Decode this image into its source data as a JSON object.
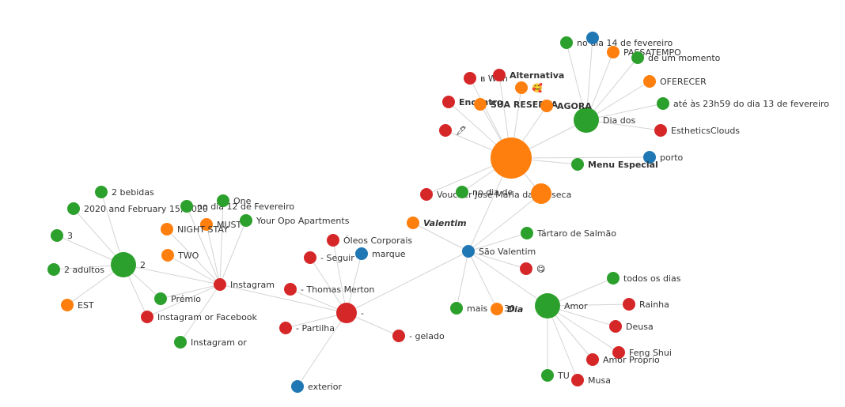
{
  "colors": {
    "green": "#2ca02c",
    "red": "#d62728",
    "orange": "#ff7f0e",
    "blue": "#1f77b4",
    "edge": "#d4d4d4"
  },
  "nodes": [
    {
      "id": "hub-orange",
      "label": "",
      "color": "orange",
      "weight": 5
    },
    {
      "id": "dia-dos",
      "label": "Dia dos",
      "color": "green",
      "weight": 3
    },
    {
      "id": "dia-14",
      "label": "no dia 14 de fevereiro",
      "color": "green",
      "weight": 1
    },
    {
      "id": "top-blue",
      "label": "",
      "color": "blue",
      "weight": 1
    },
    {
      "id": "passatempo",
      "label": "PASSATEMPO",
      "color": "orange",
      "weight": 1
    },
    {
      "id": "momento",
      "label": "de um momento",
      "color": "green",
      "weight": 1
    },
    {
      "id": "oferecer",
      "label": "OFERECER",
      "color": "orange",
      "weight": 1
    },
    {
      "id": "ate-23h59",
      "label": "até às 23h59 do dia 13 de fevereiro",
      "color": "green",
      "weight": 1
    },
    {
      "id": "esthetics",
      "label": "EstheticsClouds",
      "color": "red",
      "weight": 1
    },
    {
      "id": "porto",
      "label": "porto",
      "color": "blue",
      "weight": 1
    },
    {
      "id": "menu-especial",
      "label": "Menu Especial",
      "color": "green",
      "weight": 1,
      "bold": true
    },
    {
      "id": "with",
      "label": "ʙ With",
      "color": "red",
      "weight": 1
    },
    {
      "id": "alternativa",
      "label": "Alternativa",
      "color": "red",
      "weight": 1,
      "bold": true
    },
    {
      "id": "emoji-star-face",
      "label": "🥰",
      "color": "orange",
      "weight": 1
    },
    {
      "id": "encontro",
      "label": "Encontro",
      "color": "red",
      "weight": 1,
      "bold": true
    },
    {
      "id": "sua-reserva",
      "label": "SUA RESERVA",
      "color": "orange",
      "weight": 1,
      "bold": true
    },
    {
      "id": "agora",
      "label": "AGORA",
      "color": "orange",
      "weight": 1,
      "bold": true
    },
    {
      "id": "emoji-pencil",
      "label": "🖊",
      "color": "red",
      "weight": 1
    },
    {
      "id": "voucher",
      "label": "Voucher José Maria da Fonseca",
      "color": "red",
      "weight": 1
    },
    {
      "id": "no-dia-de",
      "label": "no dia de",
      "color": "green",
      "weight": 1
    },
    {
      "id": "orange-mid",
      "label": "",
      "color": "orange",
      "weight": 2
    },
    {
      "id": "valentim",
      "label": "Valentim",
      "color": "orange",
      "weight": 1,
      "bold": true,
      "italic": true
    },
    {
      "id": "sao-valentim",
      "label": "São Valentim",
      "color": "blue",
      "weight": 1
    },
    {
      "id": "tartaro",
      "label": "Tártaro de Salmão",
      "color": "green",
      "weight": 1
    },
    {
      "id": "emoji-smile",
      "label": "😋",
      "color": "red",
      "weight": 1
    },
    {
      "id": "mais-de-30",
      "label": "mais de 30",
      "color": "green",
      "weight": 1
    },
    {
      "id": "dia-bold",
      "label": "Dia",
      "color": "orange",
      "weight": 1,
      "bold": true,
      "italic": true
    },
    {
      "id": "amor",
      "label": "Amor",
      "color": "green",
      "weight": 3
    },
    {
      "id": "todos-os-dias",
      "label": "todos os dias",
      "color": "green",
      "weight": 1
    },
    {
      "id": "rainha",
      "label": "Rainha",
      "color": "red",
      "weight": 1
    },
    {
      "id": "deusa",
      "label": "Deusa",
      "color": "red",
      "weight": 1
    },
    {
      "id": "feng-shui",
      "label": "Feng Shui",
      "color": "red",
      "weight": 1
    },
    {
      "id": "amor-proprio",
      "label": "Amor Próprio",
      "color": "red",
      "weight": 1
    },
    {
      "id": "tu",
      "label": "TU",
      "color": "green",
      "weight": 1
    },
    {
      "id": "musa",
      "label": "Musa",
      "color": "red",
      "weight": 1
    },
    {
      "id": "dash-hub",
      "label": "-",
      "color": "red",
      "weight": 2
    },
    {
      "id": "oleos",
      "label": "Óleos Corporais",
      "color": "red",
      "weight": 1
    },
    {
      "id": "seguir",
      "label": "- Seguir",
      "color": "red",
      "weight": 1
    },
    {
      "id": "marque",
      "label": "marque",
      "color": "blue",
      "weight": 1
    },
    {
      "id": "merton",
      "label": "- Thomas Merton",
      "color": "red",
      "weight": 1
    },
    {
      "id": "partilha",
      "label": "- Partilha",
      "color": "red",
      "weight": 1
    },
    {
      "id": "gelado",
      "label": "- gelado",
      "color": "red",
      "weight": 1
    },
    {
      "id": "exterior",
      "label": "exterior",
      "color": "blue",
      "weight": 1
    },
    {
      "id": "instagram",
      "label": "Instagram",
      "color": "red",
      "weight": 1
    },
    {
      "id": "two-hub",
      "label": "2",
      "color": "green",
      "weight": 3
    },
    {
      "id": "bebidas",
      "label": "2 bebidas",
      "color": "green",
      "weight": 1
    },
    {
      "id": "feb-2020",
      "label": "2020 and February 15, 2020",
      "color": "green",
      "weight": 1
    },
    {
      "id": "three",
      "label": "3",
      "color": "green",
      "weight": 1
    },
    {
      "id": "adultos",
      "label": "2 adultos",
      "color": "green",
      "weight": 1
    },
    {
      "id": "est",
      "label": "EST",
      "color": "orange",
      "weight": 1
    },
    {
      "id": "dia-12",
      "label": "no dia 12 de Fevereiro",
      "color": "green",
      "weight": 1
    },
    {
      "id": "one",
      "label": "One",
      "color": "green",
      "weight": 1
    },
    {
      "id": "must",
      "label": "MUST",
      "color": "orange",
      "weight": 1
    },
    {
      "id": "night-stay",
      "label": "NIGHT STAY",
      "color": "orange",
      "weight": 1
    },
    {
      "id": "opo-apartments",
      "label": "Your Opo Apartments",
      "color": "green",
      "weight": 1
    },
    {
      "id": "two-word",
      "label": "TWO",
      "color": "orange",
      "weight": 1
    },
    {
      "id": "premio",
      "label": "Prémio",
      "color": "green",
      "weight": 1
    },
    {
      "id": "insta-facebook",
      "label": "Instagram or Facebook",
      "color": "red",
      "weight": 1
    },
    {
      "id": "instagram-or",
      "label": "Instagram or",
      "color": "green",
      "weight": 1
    }
  ],
  "edges": [
    [
      "hub-orange",
      "dia-dos"
    ],
    [
      "hub-orange",
      "with"
    ],
    [
      "hub-orange",
      "alternativa"
    ],
    [
      "hub-orange",
      "emoji-star-face"
    ],
    [
      "hub-orange",
      "encontro"
    ],
    [
      "hub-orange",
      "sua-reserva"
    ],
    [
      "hub-orange",
      "agora"
    ],
    [
      "hub-orange",
      "emoji-pencil"
    ],
    [
      "hub-orange",
      "menu-especial"
    ],
    [
      "hub-orange",
      "voucher"
    ],
    [
      "hub-orange",
      "no-dia-de"
    ],
    [
      "hub-orange",
      "orange-mid"
    ],
    [
      "hub-orange",
      "porto"
    ],
    [
      "hub-orange",
      "sao-valentim"
    ],
    [
      "dia-dos",
      "dia-14"
    ],
    [
      "dia-dos",
      "top-blue"
    ],
    [
      "dia-dos",
      "passatempo"
    ],
    [
      "dia-dos",
      "momento"
    ],
    [
      "dia-dos",
      "oferecer"
    ],
    [
      "dia-dos",
      "ate-23h59"
    ],
    [
      "dia-dos",
      "esthetics"
    ],
    [
      "sao-valentim",
      "valentim"
    ],
    [
      "sao-valentim",
      "tartaro"
    ],
    [
      "sao-valentim",
      "emoji-smile"
    ],
    [
      "sao-valentim",
      "mais-de-30"
    ],
    [
      "sao-valentim",
      "dia-bold"
    ],
    [
      "sao-valentim",
      "amor"
    ],
    [
      "sao-valentim",
      "orange-mid"
    ],
    [
      "sao-valentim",
      "dash-hub"
    ],
    [
      "amor",
      "todos-os-dias"
    ],
    [
      "amor",
      "rainha"
    ],
    [
      "amor",
      "deusa"
    ],
    [
      "amor",
      "feng-shui"
    ],
    [
      "amor",
      "amor-proprio"
    ],
    [
      "amor",
      "tu"
    ],
    [
      "amor",
      "musa"
    ],
    [
      "dash-hub",
      "oleos"
    ],
    [
      "dash-hub",
      "seguir"
    ],
    [
      "dash-hub",
      "marque"
    ],
    [
      "dash-hub",
      "merton"
    ],
    [
      "dash-hub",
      "partilha"
    ],
    [
      "dash-hub",
      "gelado"
    ],
    [
      "dash-hub",
      "exterior"
    ],
    [
      "dash-hub",
      "instagram"
    ],
    [
      "instagram",
      "two-hub"
    ],
    [
      "instagram",
      "dia-12"
    ],
    [
      "instagram",
      "one"
    ],
    [
      "instagram",
      "must"
    ],
    [
      "instagram",
      "night-stay"
    ],
    [
      "instagram",
      "opo-apartments"
    ],
    [
      "instagram",
      "two-word"
    ],
    [
      "instagram",
      "premio"
    ],
    [
      "instagram",
      "insta-facebook"
    ],
    [
      "instagram",
      "instagram-or"
    ],
    [
      "two-hub",
      "bebidas"
    ],
    [
      "two-hub",
      "feb-2020"
    ],
    [
      "two-hub",
      "three"
    ],
    [
      "two-hub",
      "adultos"
    ],
    [
      "two-hub",
      "est"
    ],
    [
      "two-hub",
      "premio"
    ],
    [
      "two-hub",
      "insta-facebook"
    ]
  ]
}
